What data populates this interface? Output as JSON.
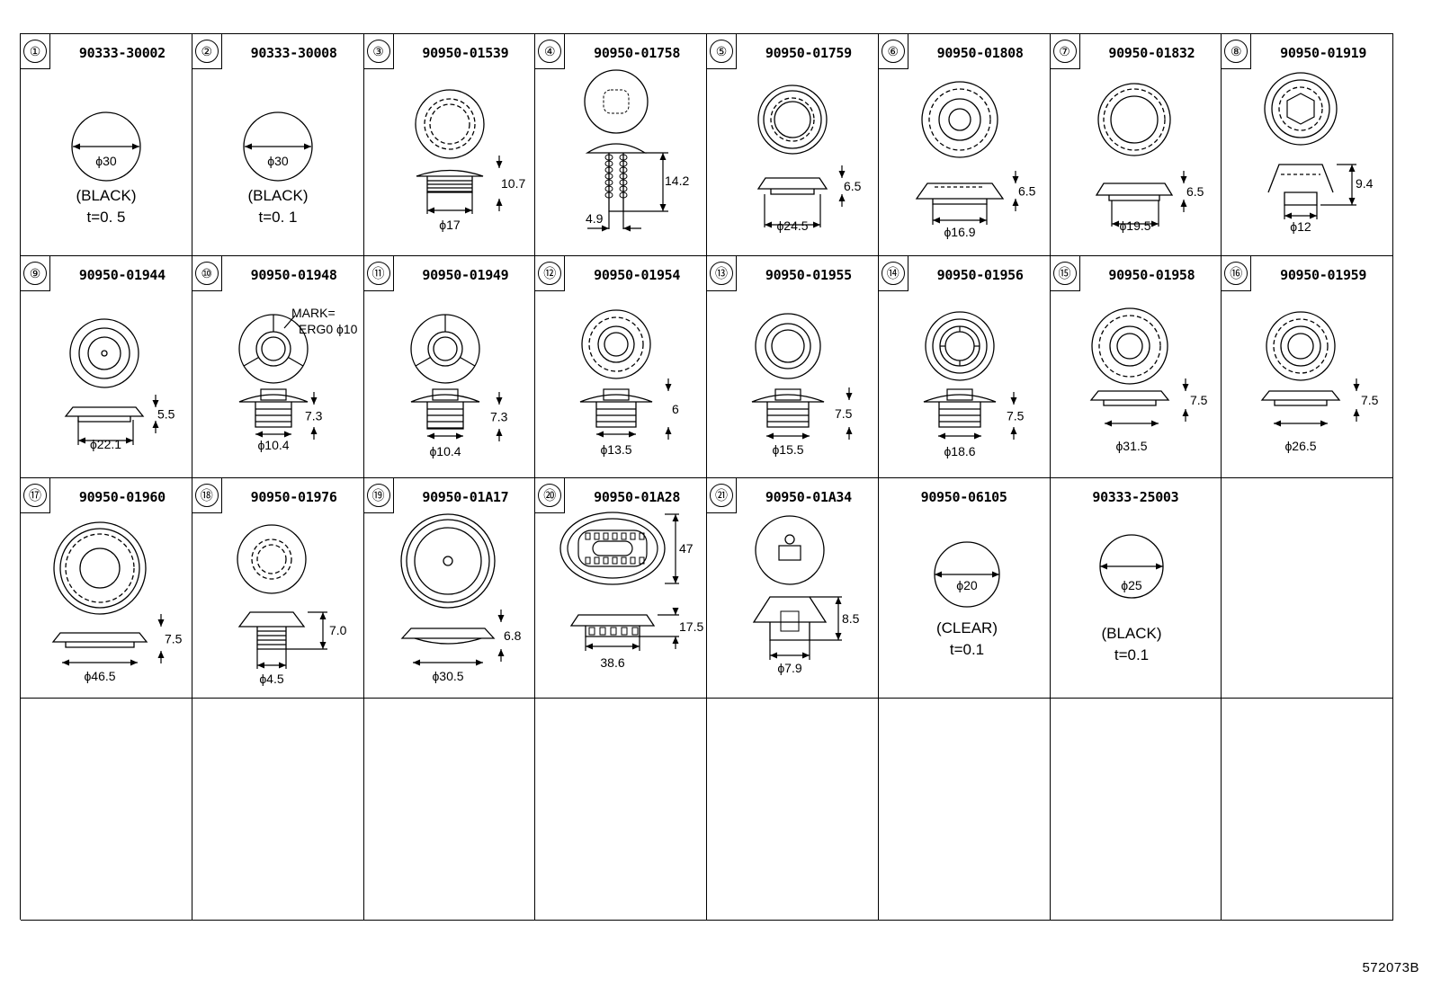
{
  "items": [
    {
      "num": "①",
      "part": "90333-30002",
      "dims": [
        "ϕ30"
      ],
      "notes": [
        "(BLACK)",
        "t=0. 5"
      ]
    },
    {
      "num": "②",
      "part": "90333-30008",
      "dims": [
        "ϕ30"
      ],
      "notes": [
        "(BLACK)",
        "t=0. 1"
      ]
    },
    {
      "num": "③",
      "part": "90950-01539",
      "dims": [
        "10.7",
        "ϕ17"
      ]
    },
    {
      "num": "④",
      "part": "90950-01758",
      "dims": [
        "14.2",
        "4.9"
      ]
    },
    {
      "num": "⑤",
      "part": "90950-01759",
      "dims": [
        "6.5",
        "ϕ24.5"
      ]
    },
    {
      "num": "⑥",
      "part": "90950-01808",
      "dims": [
        "6.5",
        "ϕ16.9"
      ]
    },
    {
      "num": "⑦",
      "part": "90950-01832",
      "dims": [
        "6.5",
        "ϕ19.5"
      ]
    },
    {
      "num": "⑧",
      "part": "90950-01919",
      "dims": [
        "9.4",
        "ϕ12"
      ]
    },
    {
      "num": "⑨",
      "part": "90950-01944",
      "dims": [
        "5.5",
        "ϕ22.1"
      ]
    },
    {
      "num": "⑩",
      "part": "90950-01948",
      "dims": [
        "7.3",
        "ϕ10.4"
      ],
      "mark": [
        "MARK=",
        "ERG0 ϕ10"
      ]
    },
    {
      "num": "⑪",
      "part": "90950-01949",
      "dims": [
        "7.3",
        "ϕ10.4"
      ]
    },
    {
      "num": "⑫",
      "part": "90950-01954",
      "dims": [
        "6",
        "ϕ13.5"
      ]
    },
    {
      "num": "⑬",
      "part": "90950-01955",
      "dims": [
        "7.5",
        "ϕ15.5"
      ]
    },
    {
      "num": "⑭",
      "part": "90950-01956",
      "dims": [
        "7.5",
        "ϕ18.6"
      ]
    },
    {
      "num": "⑮",
      "part": "90950-01958",
      "dims": [
        "7.5",
        "ϕ31.5"
      ]
    },
    {
      "num": "⑯",
      "part": "90950-01959",
      "dims": [
        "7.5",
        "ϕ26.5"
      ]
    },
    {
      "num": "⑰",
      "part": "90950-01960",
      "dims": [
        "7.5",
        "ϕ46.5"
      ]
    },
    {
      "num": "⑱",
      "part": "90950-01976",
      "dims": [
        "7.0",
        "ϕ4.5"
      ]
    },
    {
      "num": "⑲",
      "part": "90950-01A17",
      "dims": [
        "6.8",
        "ϕ30.5"
      ]
    },
    {
      "num": "⑳",
      "part": "90950-01A28",
      "dims": [
        "47",
        "17.5",
        "38.6"
      ]
    },
    {
      "num": "㉑",
      "part": "90950-01A34",
      "dims": [
        "8.5",
        "ϕ7.9"
      ]
    },
    {
      "num": "",
      "part": "90950-06105",
      "dims": [
        "ϕ20"
      ],
      "notes": [
        "(CLEAR)",
        "t=0.1"
      ]
    },
    {
      "num": "",
      "part": "90333-25003",
      "dims": [
        "ϕ25"
      ],
      "notes": [
        "(BLACK)",
        "t=0.1"
      ]
    }
  ],
  "footer": {
    "code": "572073B"
  }
}
